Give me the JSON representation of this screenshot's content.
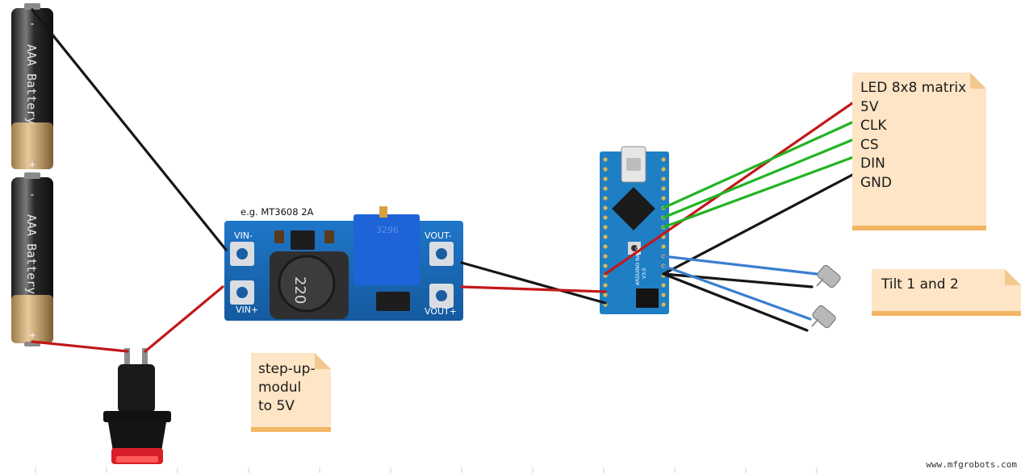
{
  "battery_1": {
    "label": "AAA Battery",
    "minus": "-",
    "plus": "+"
  },
  "battery_2": {
    "label": "AAA Battery",
    "minus": "-",
    "plus": "+"
  },
  "step_up_module": {
    "caption": "e.g. MT3608 2A",
    "pin_vin_minus": "VIN-",
    "pin_vin_plus": "VIN+",
    "pin_vout_minus": "VOUT-",
    "pin_vout_plus": "VOUT+",
    "inductor_marking": "220",
    "pot_marking": "3296"
  },
  "step_up_note": {
    "lines": [
      "step-up-",
      "modul",
      "to 5V"
    ]
  },
  "arduino": {
    "board_label": "ARDUINO NANO",
    "version": "V3.0"
  },
  "led_note": {
    "lines": [
      "LED 8x8 matrix",
      "5V",
      "CLK",
      "CS",
      "DIN",
      "GND"
    ]
  },
  "tilt_note": {
    "text": "Tilt 1 and 2"
  },
  "watermark": "www.mfgrobots.com",
  "wire_colors": {
    "red": "#c21818",
    "black": "#161616",
    "green": "#22b422",
    "blue": "#3a7fd0"
  }
}
